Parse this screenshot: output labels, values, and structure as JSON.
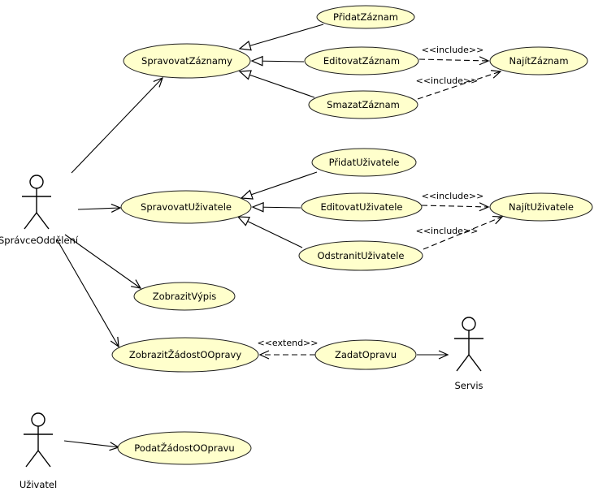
{
  "diagram": {
    "colors": {
      "background": "#ffffff",
      "node_fill": "#ffffcc",
      "node_stroke": "#1f1f1f",
      "edge_stroke": "#000000"
    },
    "actors": [
      {
        "label": "SprávceOddělení"
      },
      {
        "label": "Servis"
      },
      {
        "label": "Uživatel"
      }
    ],
    "use_cases": [
      {
        "label": "PřidatZáznam"
      },
      {
        "label": "SpravovatZáznamy"
      },
      {
        "label": "EditovatZáznam"
      },
      {
        "label": "NajítZáznam"
      },
      {
        "label": "SmazatZáznam"
      },
      {
        "label": "PřidatUživatele"
      },
      {
        "label": "SpravovatUživatele"
      },
      {
        "label": "EditovatUživatele"
      },
      {
        "label": "NajítUživatele"
      },
      {
        "label": "OdstranitUživatele"
      },
      {
        "label": "ZobrazitVýpis"
      },
      {
        "label": "ZobrazitŽádostOOpravy"
      },
      {
        "label": "ZadatOpravu"
      },
      {
        "label": "PodatŽádostOOpravu"
      }
    ],
    "stereotypes": {
      "include": "<<include>>",
      "extend": "<<extend>>"
    },
    "relationships": [
      {
        "type": "association",
        "from": "SprávceOddělení",
        "to": "SpravovatZáznamy"
      },
      {
        "type": "association",
        "from": "SprávceOddělení",
        "to": "SpravovatUživatele"
      },
      {
        "type": "association",
        "from": "SprávceOddělení",
        "to": "ZobrazitVýpis"
      },
      {
        "type": "association",
        "from": "SprávceOddělení",
        "to": "ZobrazitŽádostOOpravy"
      },
      {
        "type": "generalization",
        "from": "PřidatZáznam",
        "to": "SpravovatZáznamy"
      },
      {
        "type": "generalization",
        "from": "EditovatZáznam",
        "to": "SpravovatZáznamy"
      },
      {
        "type": "generalization",
        "from": "SmazatZáznam",
        "to": "SpravovatZáznamy"
      },
      {
        "type": "include",
        "from": "EditovatZáznam",
        "to": "NajítZáznam"
      },
      {
        "type": "include",
        "from": "SmazatZáznam",
        "to": "NajítZáznam"
      },
      {
        "type": "generalization",
        "from": "PřidatUživatele",
        "to": "SpravovatUživatele"
      },
      {
        "type": "generalization",
        "from": "EditovatUživatele",
        "to": "SpravovatUživatele"
      },
      {
        "type": "generalization",
        "from": "OdstranitUživatele",
        "to": "SpravovatUživatele"
      },
      {
        "type": "include",
        "from": "EditovatUživatele",
        "to": "NajítUživatele"
      },
      {
        "type": "include",
        "from": "OdstranitUživatele",
        "to": "NajítUživatele"
      },
      {
        "type": "extend",
        "from": "ZadatOpravu",
        "to": "ZobrazitŽádostOOpravy"
      },
      {
        "type": "association",
        "from": "ZadatOpravu",
        "to": "Servis"
      },
      {
        "type": "association",
        "from": "Uživatel",
        "to": "PodatŽádostOOpravu"
      }
    ]
  }
}
